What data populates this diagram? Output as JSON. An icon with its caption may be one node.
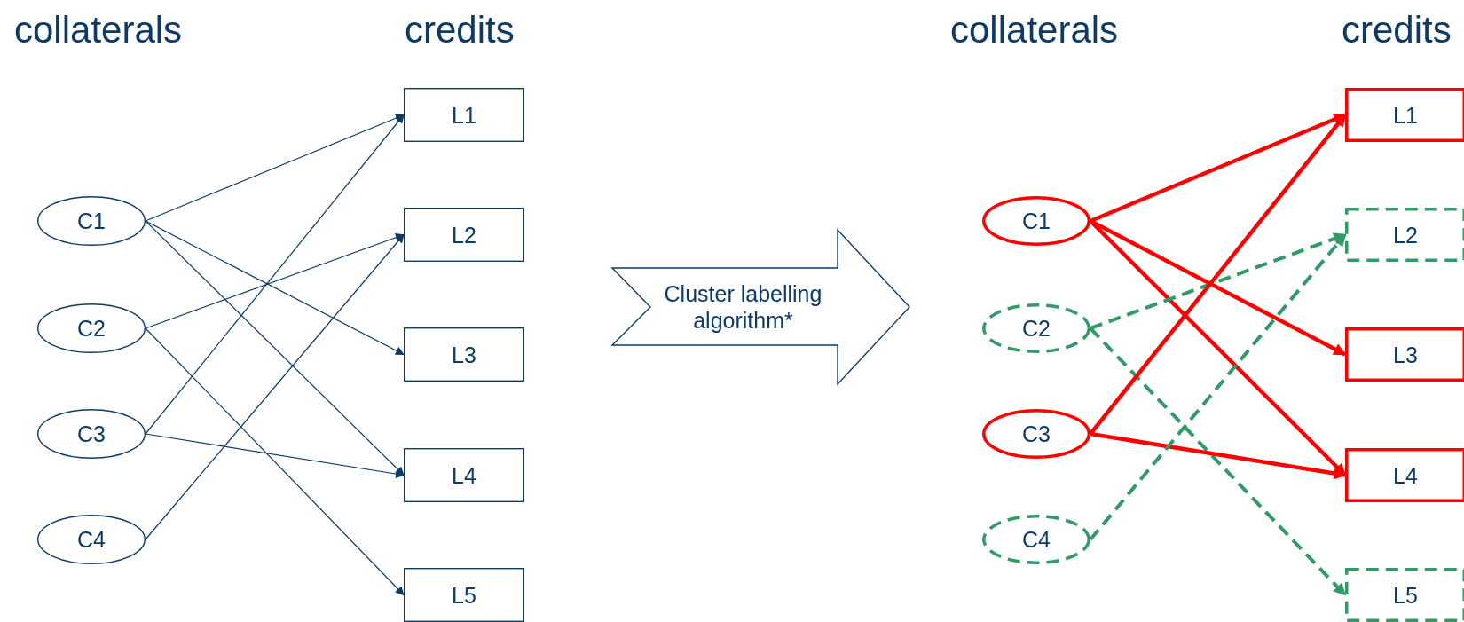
{
  "diagram": {
    "nodes": [
      {
        "text": [
          "C1"
        ]
      },
      {
        "text": [
          "C2"
        ]
      },
      {
        "text": [
          "C3"
        ]
      },
      {
        "text": [
          "C4"
        ]
      },
      {
        "text": [
          "L1"
        ]
      },
      {
        "text": [
          "L2"
        ]
      },
      {
        "text": [
          "L3"
        ]
      },
      {
        "text": [
          "L4"
        ]
      },
      {
        "text": [
          "L5"
        ]
      },
      {
        "text": [
          "Cluster labelling algorithm*"
        ]
      },
      {
        "text": [
          "C1"
        ]
      },
      {
        "text": [
          "C2"
        ]
      },
      {
        "text": [
          "C3"
        ]
      },
      {
        "text": [
          "C4"
        ]
      },
      {
        "text": [
          "L1"
        ]
      },
      {
        "text": [
          "L2"
        ]
      },
      {
        "text": [
          "L3"
        ]
      },
      {
        "text": [
          "L4"
        ]
      },
      {
        "text": [
          "L5"
        ]
      }
    ],
    "edges": [
      {
        "from": 0,
        "to": 4,
        "arrow": "to"
      },
      {
        "from": 0,
        "to": 6,
        "arrow": "to"
      },
      {
        "from": 0,
        "to": 7,
        "arrow": "to"
      },
      {
        "from": 1,
        "to": 5,
        "arrow": "to"
      },
      {
        "from": 1,
        "to": 8,
        "arrow": "to"
      },
      {
        "from": 2,
        "to": 4,
        "arrow": "to"
      },
      {
        "from": 2,
        "to": 7,
        "arrow": "to"
      },
      {
        "from": 3,
        "to": 5,
        "arrow": "to"
      },
      {
        "from": 10,
        "to": 14,
        "arrow": "to",
        "style": "thick",
        "color": "#ff0000"
      },
      {
        "from": 10,
        "to": 16,
        "arrow": "to",
        "style": "thick",
        "color": "#ff0000"
      },
      {
        "from": 10,
        "to": 17,
        "arrow": "to",
        "style": "thick",
        "color": "#ff0000"
      },
      {
        "from": 11,
        "to": 15,
        "arrow": "to",
        "style": "dashed",
        "color": "#339966"
      },
      {
        "from": 11,
        "to": 18,
        "arrow": "to",
        "style": "dashed",
        "color": "#339966"
      },
      {
        "from": 12,
        "to": 14,
        "arrow": "to",
        "style": "thick",
        "color": "#ff0000"
      },
      {
        "from": 12,
        "to": 17,
        "arrow": "to",
        "style": "thick",
        "color": "#ff0000"
      },
      {
        "from": 13,
        "to": 15,
        "arrow": "to",
        "style": "dashed",
        "color": "#339966"
      }
    ],
    "labels": [
      "collaterals",
      "credits",
      "collaterals",
      "credits"
    ]
  }
}
